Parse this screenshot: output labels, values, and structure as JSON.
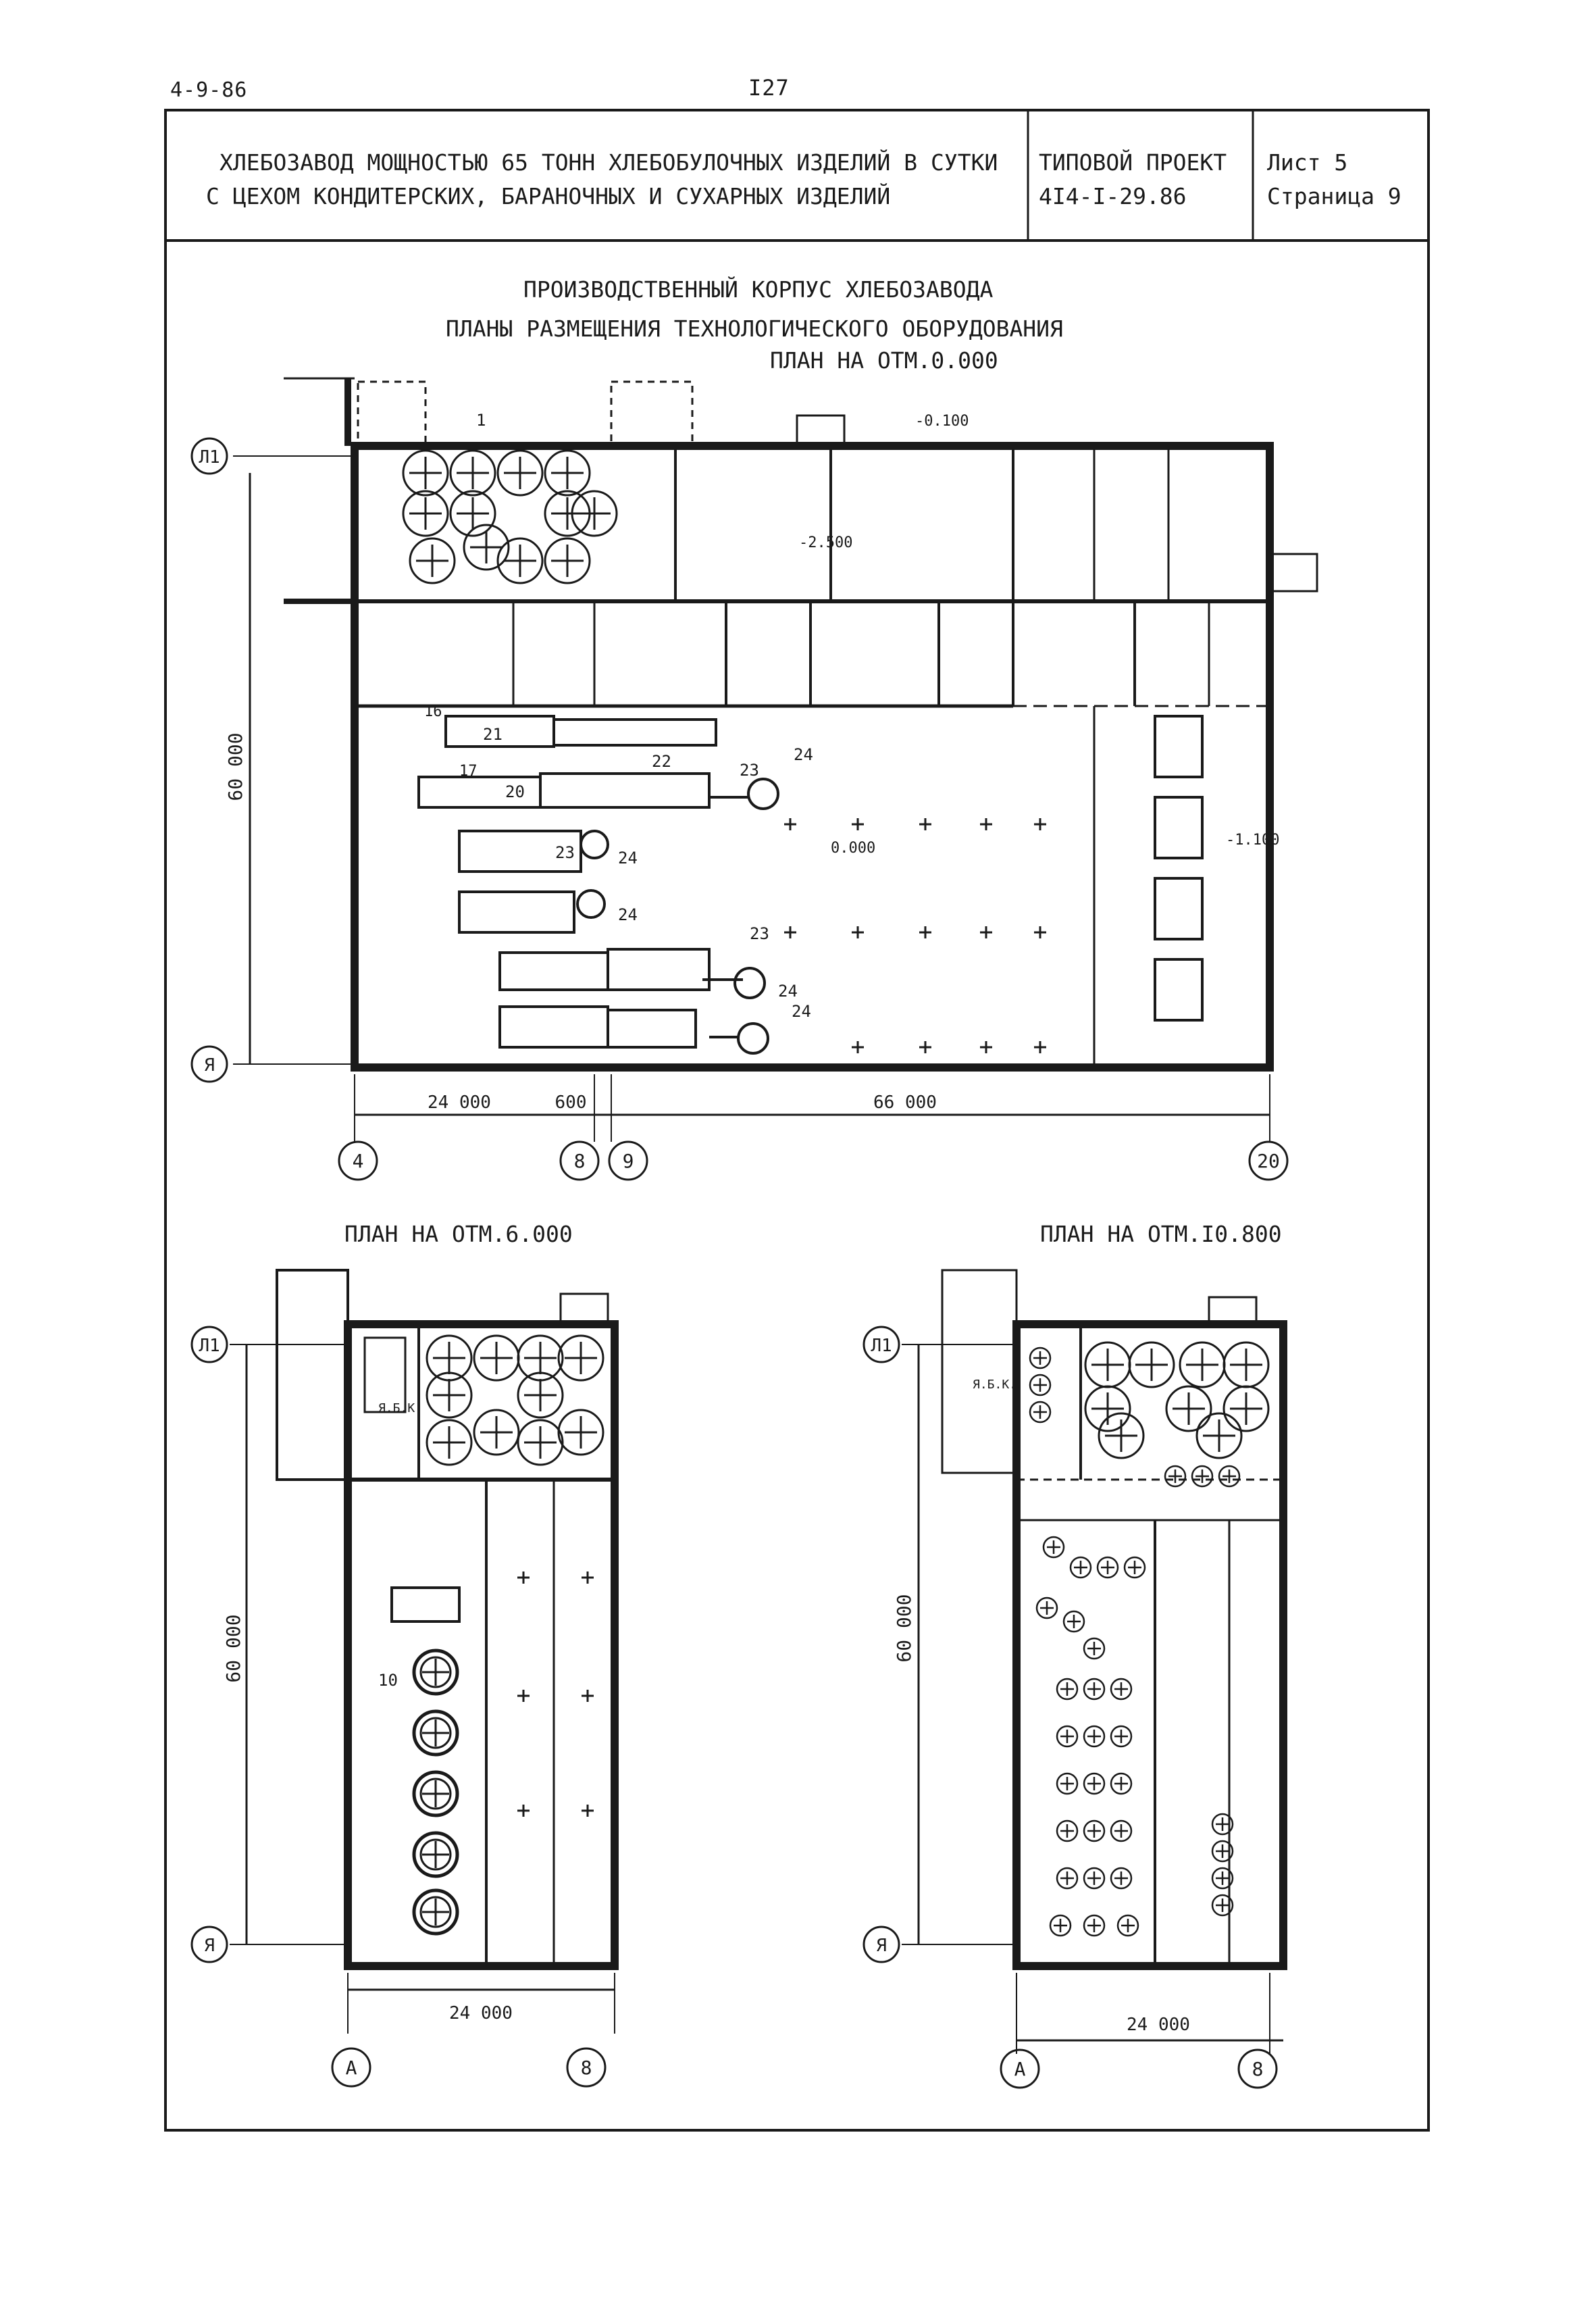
{
  "page": {
    "code": "4-9-86",
    "number": "I27"
  },
  "title_block": {
    "title_line1": "ХЛЕБОЗАВОД МОЩНОСТЬЮ 65 ТОНН ХЛЕБОБУЛОЧНЫХ ИЗДЕЛИЙ В СУТКИ",
    "title_line2": "С ЦЕХОМ КОНДИТЕРСКИХ, БАРАНОЧНЫХ И СУХАРНЫХ ИЗДЕЛИЙ",
    "project_label": "ТИПОВОЙ ПРОЕКТ",
    "project_number": "4I4-I-29.86",
    "sheet": "Лист 5",
    "page_label": "Страница 9"
  },
  "drawing": {
    "heading": "ПРОИЗВОДСТВЕННЫЙ КОРПУС ХЛЕБОЗАВОДА",
    "subheading": "ПЛАНЫ РАЗМЕЩЕНИЯ ТЕХНОЛОГИЧЕСКОГО ОБОРУДОВАНИЯ"
  },
  "plan_0": {
    "title": "ПЛАН НА ОТМ.0.000",
    "axis_top": "Л1",
    "axis_bottom": "Я",
    "dim_vertical": "60 000",
    "dim_left": "24 000",
    "dim_mid": "600",
    "dim_right": "66 000",
    "axis_cols": [
      "4",
      "8",
      "9",
      "20"
    ],
    "elevations": [
      "-0.100",
      "-2.500",
      "0.000",
      "-1.100"
    ],
    "item_labels": [
      "1",
      "16",
      "17",
      "20",
      "21",
      "22",
      "23",
      "23",
      "23",
      "24",
      "24",
      "24",
      "24",
      "24"
    ]
  },
  "plan_6": {
    "title": "ПЛАН НА ОТМ.6.000",
    "axis_top": "Л1",
    "axis_bottom": "Я",
    "dim_vertical": "60 000",
    "dim_bottom": "24 000",
    "axis_cols": [
      "A",
      "8"
    ],
    "label_bk": "Я.Б.К.",
    "item_label": "10"
  },
  "plan_10": {
    "title": "ПЛАН НА ОТМ.I0.800",
    "axis_top": "Л1",
    "axis_bottom": "Я",
    "dim_vertical": "60 000",
    "dim_bottom": "24 000",
    "axis_cols": [
      "A",
      "8"
    ],
    "label_bk": "Я.Б.К."
  },
  "colors": {
    "ink": "#1a1a1a",
    "paper": "#ffffff"
  }
}
